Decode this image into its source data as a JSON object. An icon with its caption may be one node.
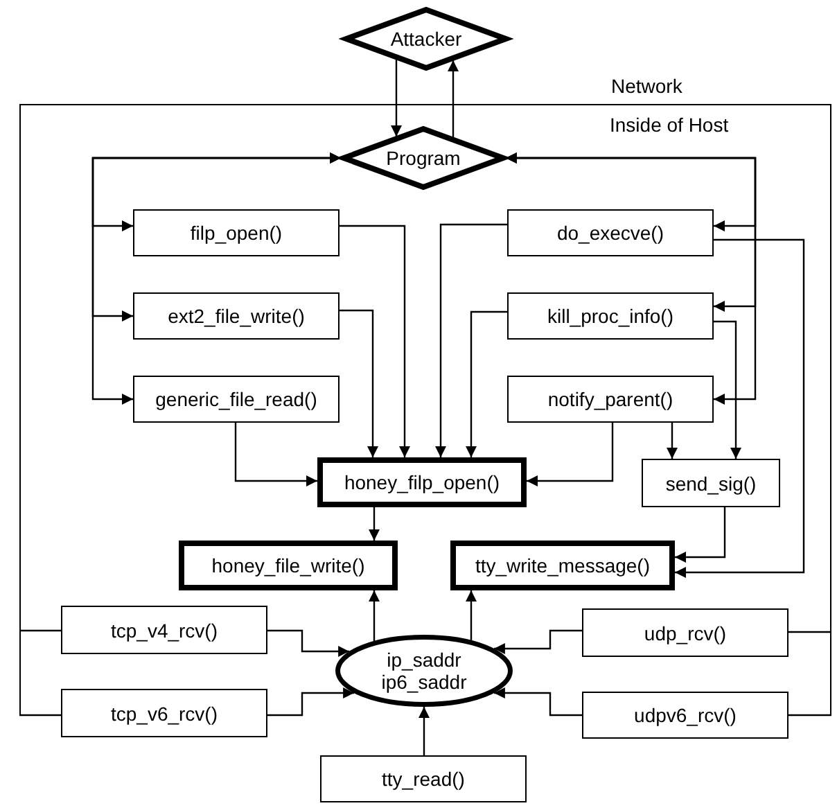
{
  "diagram": {
    "nodes": [
      {
        "text": [
          "Attacker"
        ]
      },
      {
        "text": [
          "Inside of Host"
        ]
      },
      {
        "text": [
          "Program"
        ],
        "in": 1
      },
      {
        "text": [
          "filp_open()"
        ],
        "in": 1
      },
      {
        "text": [
          "do_execve()"
        ],
        "in": 1
      },
      {
        "text": [
          "ext2_file_write()"
        ],
        "in": 1
      },
      {
        "text": [
          "kill_proc_info()"
        ],
        "in": 1
      },
      {
        "text": [
          "generic_file_read()"
        ],
        "in": 1
      },
      {
        "text": [
          "notify_parent()"
        ],
        "in": 1
      },
      {
        "text": [
          "honey_filp_open()"
        ],
        "in": 1
      },
      {
        "text": [
          "send_sig()"
        ],
        "in": 1
      },
      {
        "text": [
          "honey_file_write()"
        ],
        "in": 1
      },
      {
        "text": [
          "tty_write_message()"
        ],
        "in": 1
      },
      {
        "text": [
          "tcp_v4_rcv()"
        ],
        "in": 1
      },
      {
        "text": [
          "udp_rcv()"
        ],
        "in": 1
      },
      {
        "text": [
          "ip_saddr ip6_saddr"
        ],
        "in": 1
      },
      {
        "text": [
          "tcp_v6_rcv()"
        ],
        "in": 1
      },
      {
        "text": [
          "udpv6_rcv()"
        ],
        "in": 1
      },
      {
        "text": [
          "tty_read()"
        ]
      }
    ],
    "edges": [
      {
        "from": 0,
        "to": 2,
        "arrow": "to"
      },
      {
        "from": 2,
        "to": 0,
        "arrow": "to"
      },
      {
        "from": 2,
        "to": 3,
        "arrow": "both"
      },
      {
        "from": 2,
        "to": 5,
        "arrow": "both"
      },
      {
        "from": 2,
        "to": 7,
        "arrow": "both"
      },
      {
        "from": 2,
        "to": 4,
        "arrow": "both"
      },
      {
        "from": 2,
        "to": 6,
        "arrow": "both"
      },
      {
        "from": 2,
        "to": 8,
        "arrow": "both"
      },
      {
        "from": 3,
        "to": 9,
        "arrow": "to"
      },
      {
        "from": 5,
        "to": 9,
        "arrow": "to"
      },
      {
        "from": 7,
        "to": 9,
        "arrow": "to"
      },
      {
        "from": 4,
        "to": 9,
        "arrow": "to"
      },
      {
        "from": 6,
        "to": 9,
        "arrow": "to"
      },
      {
        "from": 8,
        "to": 9,
        "arrow": "to"
      },
      {
        "from": 8,
        "to": 10,
        "arrow": "to"
      },
      {
        "from": 6,
        "to": 10,
        "arrow": "to"
      },
      {
        "from": 4,
        "to": 12,
        "arrow": "to"
      },
      {
        "from": 10,
        "to": 12,
        "arrow": "to"
      },
      {
        "from": 9,
        "to": 11,
        "arrow": "to"
      },
      {
        "from": 15,
        "to": 11,
        "arrow": "to"
      },
      {
        "from": 15,
        "to": 12,
        "arrow": "to"
      },
      {
        "from": 13,
        "to": 15,
        "arrow": "to"
      },
      {
        "from": 16,
        "to": 15,
        "arrow": "to"
      },
      {
        "from": 14,
        "to": 15,
        "arrow": "to"
      },
      {
        "from": 17,
        "to": 15,
        "arrow": "to"
      },
      {
        "from": 18,
        "to": 15,
        "arrow": "to"
      },
      {
        "from": 1,
        "to": 13,
        "arrow": "none"
      },
      {
        "from": 1,
        "to": 16,
        "arrow": "none"
      },
      {
        "from": 1,
        "to": 14,
        "arrow": "none"
      },
      {
        "from": 1,
        "to": 17,
        "arrow": "none"
      }
    ],
    "labels": [
      "Network"
    ]
  }
}
